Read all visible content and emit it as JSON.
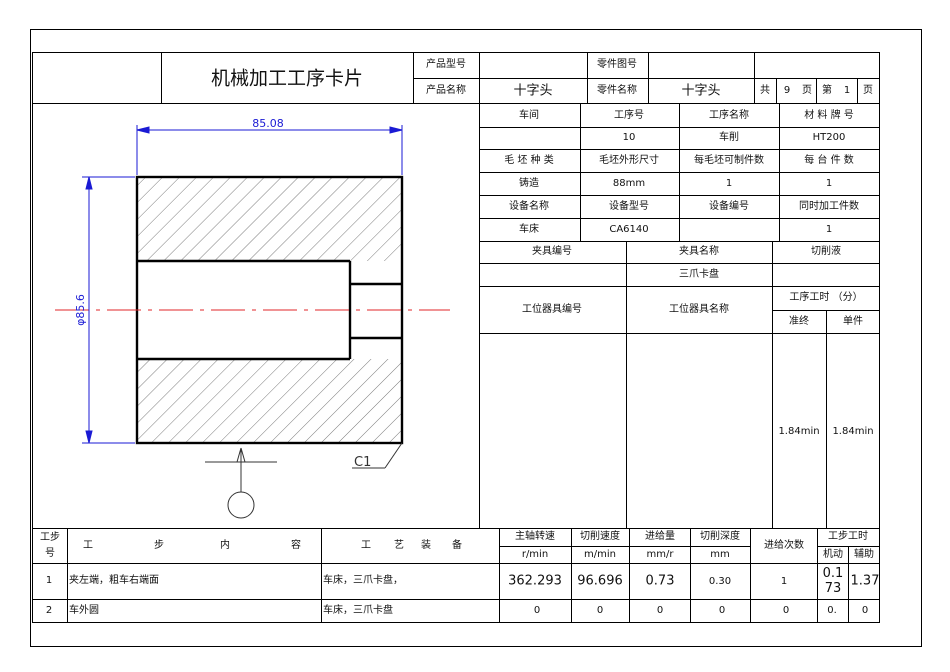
{
  "title": "机械加工工序卡片",
  "header": {
    "product_model_label": "产品型号",
    "part_drawing_no_label": "零件图号",
    "product_name_label": "产品名称",
    "product_name": "十字头",
    "part_name_label": "零件名称",
    "part_name": "十字头",
    "total_label": "共",
    "total_pages": "9",
    "page_unit": "页",
    "page_label": "第",
    "page_no": "1",
    "page_unit2": "页"
  },
  "info": {
    "workshop_label": "车间",
    "op_no_label": "工序号",
    "op_name_label": "工序名称",
    "material_label": "材 料 牌 号",
    "op_no": "10",
    "op_name": "车削",
    "material": "HT200",
    "blank_type_label": "毛 坯 种 类",
    "blank_size_label": "毛坯外形尺寸",
    "parts_per_blank_label": "每毛坯可制件数",
    "parts_per_machine_label": "每 台 件 数",
    "blank_type": "铸造",
    "blank_size": "88mm",
    "parts_per_blank": "1",
    "parts_per_machine": "1",
    "equip_name_label": "设备名称",
    "equip_model_label": "设备型号",
    "equip_no_label": "设备编号",
    "simul_label": "同时加工件数",
    "equip_name": "车床",
    "equip_model": "CA6140",
    "simul": "1",
    "fixture_no_label": "夹具编号",
    "fixture_name_label": "夹具名称",
    "coolant_label": "切削液",
    "fixture_name": "三爪卡盘",
    "station_tool_no_label": "工位器具编号",
    "station_tool_name_label": "工位器具名称",
    "op_time_label": "工序工时 （分）",
    "prep_label": "准终",
    "unit_label": "单件",
    "prep_time": "1.84min",
    "unit_time": "1.84min"
  },
  "drawing": {
    "dim_length": "85.08",
    "dim_diameter": "φ85.6",
    "chamfer": "C1"
  },
  "steps_header": {
    "step_no": "工步号",
    "content_chars": [
      "工",
      "步",
      "内",
      "容"
    ],
    "equipment_chars": [
      "工",
      "艺",
      "装",
      "备"
    ],
    "spindle_speed": "主轴转速",
    "spindle_unit": "r/min",
    "cut_speed": "切削速度",
    "cut_speed_unit": "m/min",
    "feed": "进给量",
    "feed_unit": "mm/r",
    "depth": "切削深度",
    "depth_unit": "mm",
    "passes": "进给次数",
    "step_time": "工步工时",
    "machine_time": "机动",
    "aux_time": "辅助"
  },
  "steps": [
    {
      "no": "1",
      "content": "夹左端，粗车右端面",
      "equipment": "车床，三爪卡盘，",
      "speed": "362.293",
      "cut_speed": "96.696",
      "feed": "0.73",
      "depth": "0.30",
      "passes": "1",
      "machine": "0.173",
      "aux": "1.37"
    },
    {
      "no": "2",
      "content": "车外圆",
      "equipment": "车床，三爪卡盘",
      "speed": "0",
      "cut_speed": "0",
      "feed": "0",
      "depth": "0",
      "passes": "0",
      "machine": "0.",
      "aux": "0"
    }
  ],
  "colors": {
    "dimension": "#1a1ad4",
    "centerline": "#e0242a"
  }
}
